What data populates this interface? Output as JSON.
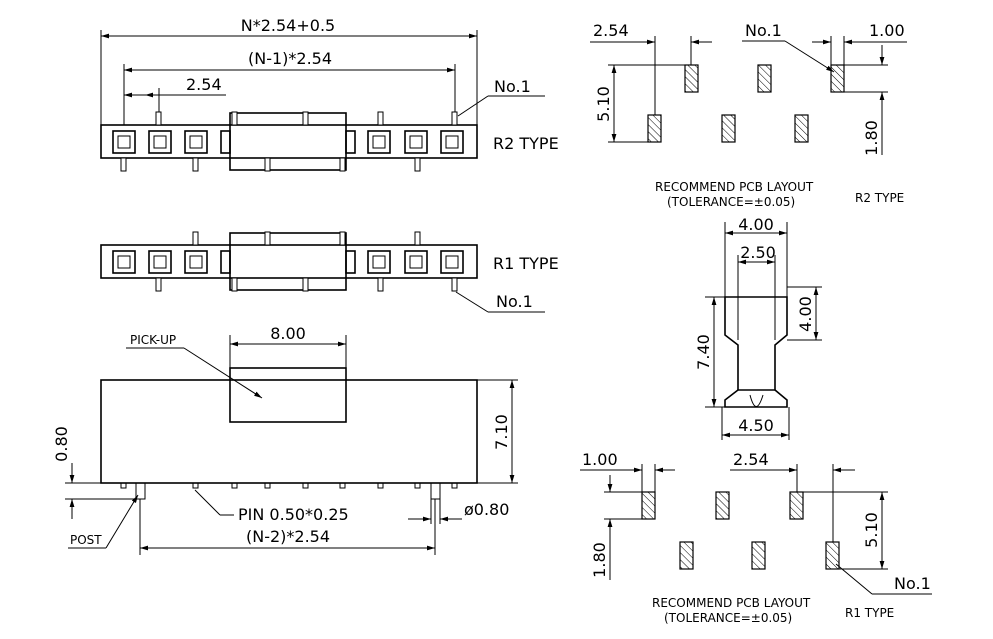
{
  "drawing": {
    "top_view": {
      "overall_length": "N*2.54+0.5",
      "pin_span": "(N-1)*2.54",
      "pitch": "2.54",
      "no1": "No.1",
      "r2_type": "R2  TYPE",
      "r1_type": "R1  TYPE"
    },
    "side_view": {
      "pickup_label": "PICK-UP",
      "pickup_width": "8.00",
      "height": "7.10",
      "standoff": "0.80",
      "post_label": "POST",
      "pin_label": "PIN  0.50*0.25",
      "post_span": "(N-2)*2.54",
      "post_dia": "ø0.80"
    },
    "pcb_r2": {
      "pitch": "2.54",
      "no1": "No.1",
      "pad_width": "1.00",
      "row_spacing": "5.10",
      "pad_length": "1.80",
      "caption_line1": "RECOMMEND  PCB  LAYOUT",
      "caption_line2": "(TOLERANCE=±0.05)",
      "type_label": "R2  TYPE"
    },
    "end_view": {
      "outer_width": "4.00",
      "inner_width": "2.50",
      "upper_height": "4.00",
      "total_height": "7.40",
      "base_width": "4.50"
    },
    "pcb_r1": {
      "pad_width": "1.00",
      "pitch": "2.54",
      "row_spacing": "5.10",
      "pad_length": "1.80",
      "no1": "No.1",
      "caption_line1": "RECOMMEND  PCB  LAYOUT",
      "caption_line2": "(TOLERANCE=±0.05)",
      "type_label": "R1  TYPE"
    }
  }
}
